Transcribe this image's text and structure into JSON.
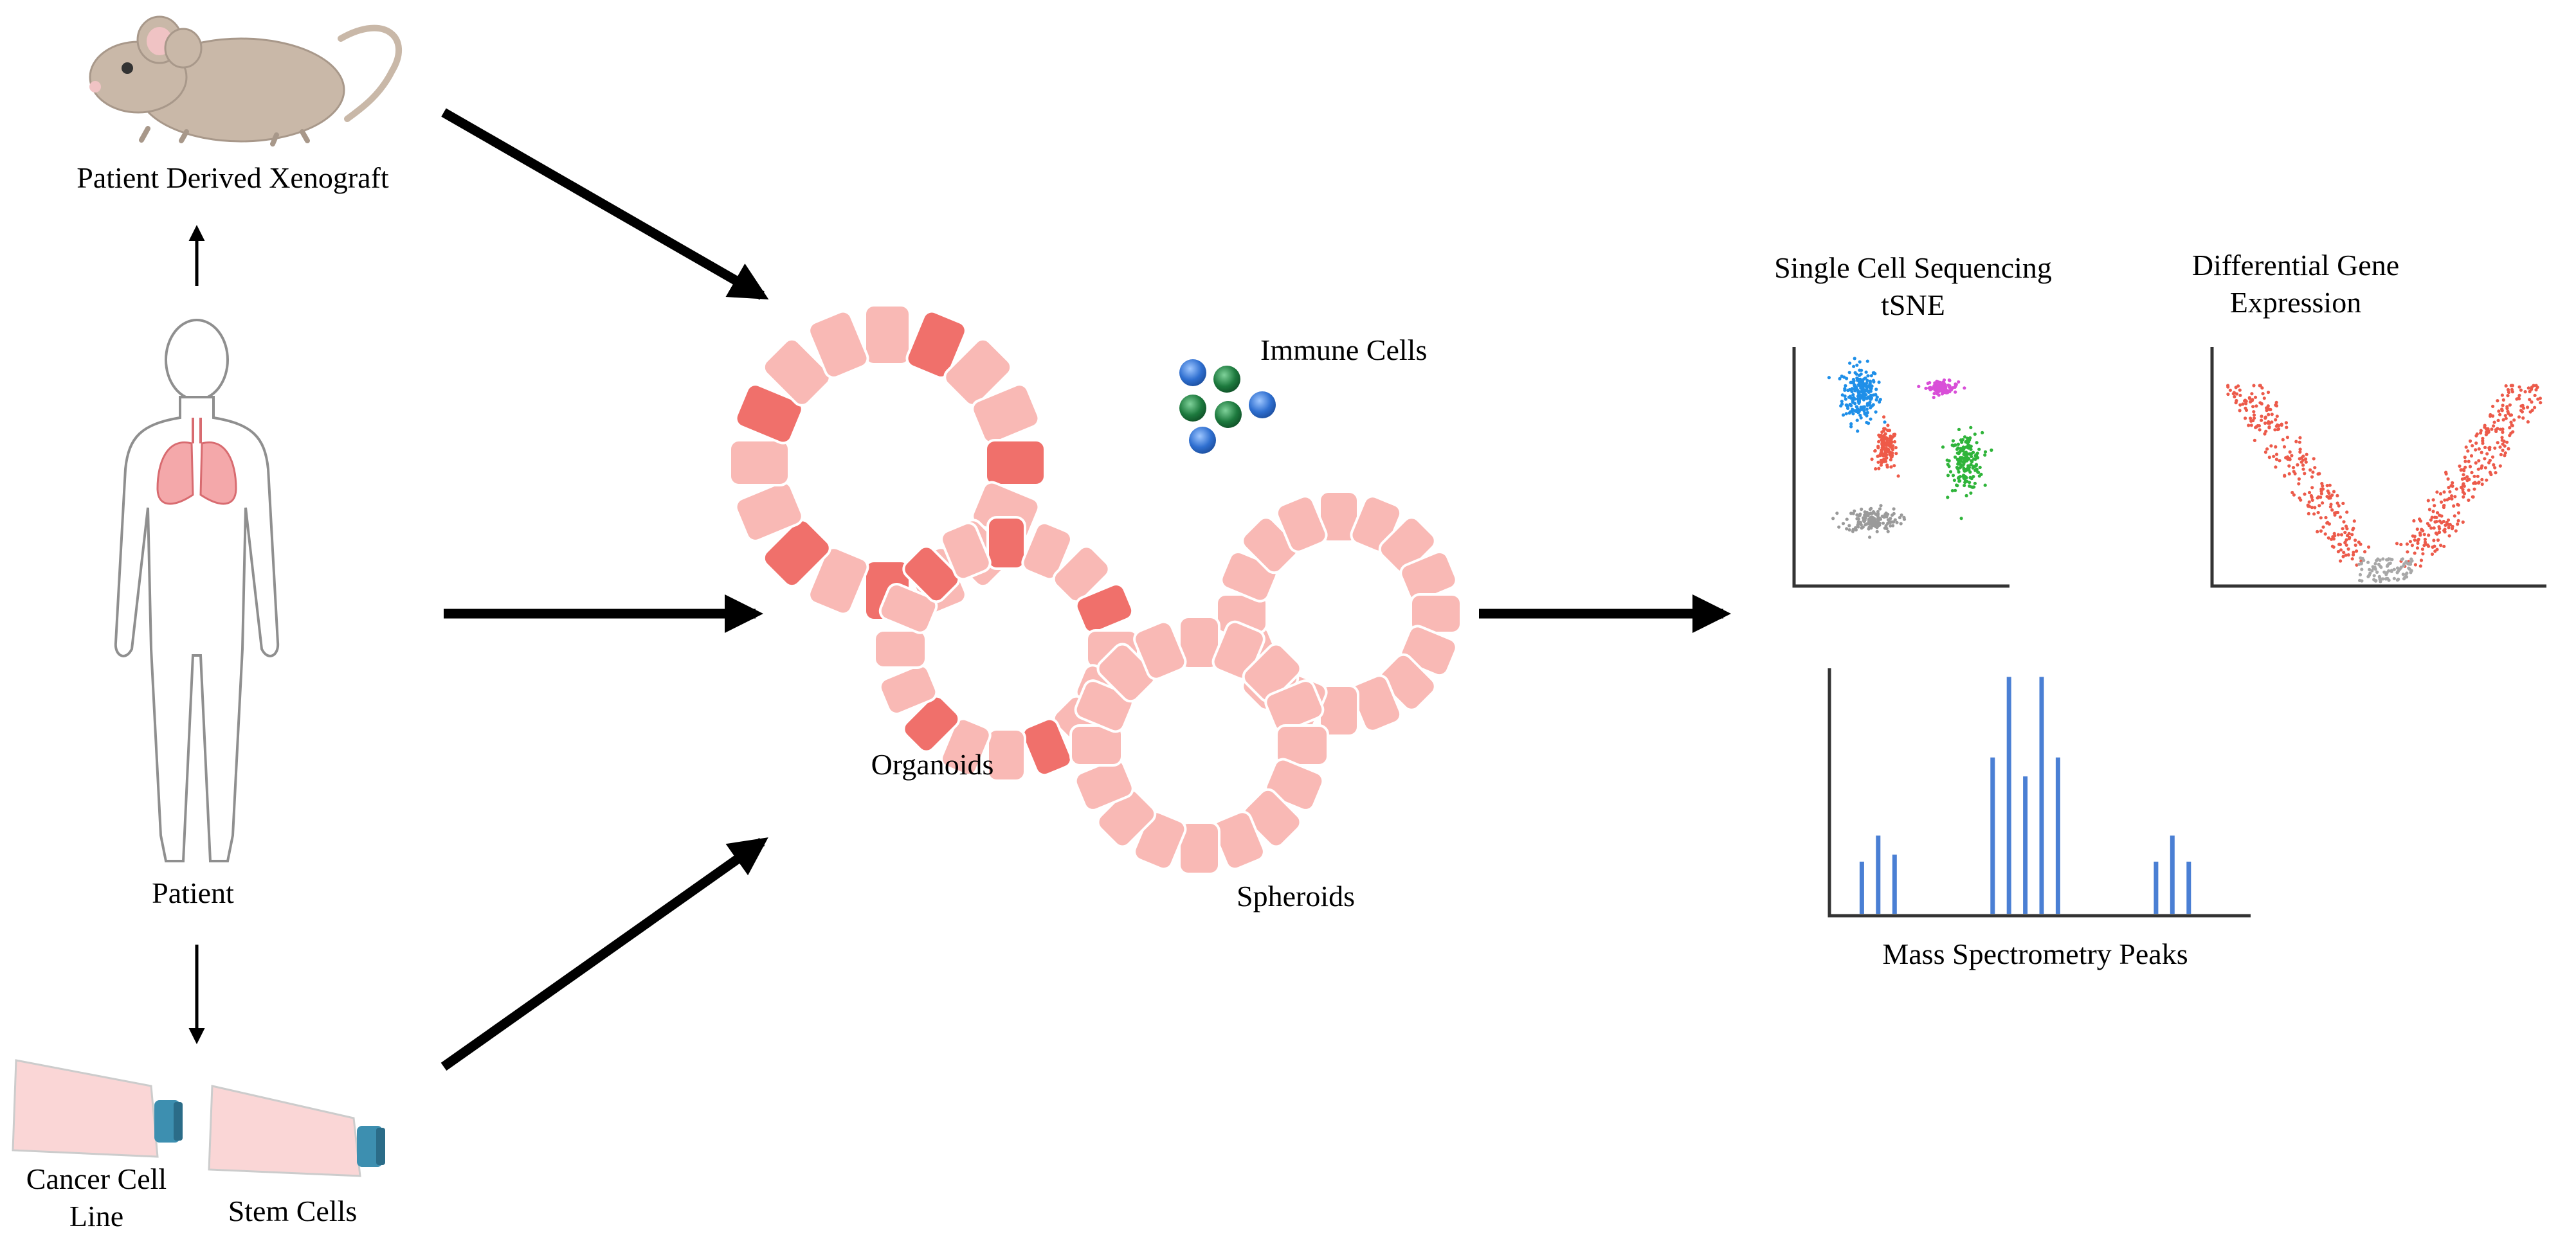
{
  "labels": {
    "pdx": "Patient Derived Xenograft",
    "patient": "Patient",
    "cancer_line_1": "Cancer Cell",
    "cancer_line_2": "Line",
    "stem": "Stem Cells",
    "organoids": "Organoids",
    "spheroids": "Spheroids",
    "immune": "Immune Cells",
    "scs_line_1": "Single Cell Sequencing",
    "scs_line_2": "tSNE",
    "dge_line_1": "Differential Gene",
    "dge_line_2": "Expression",
    "mass": "Mass Spectrometry Peaks"
  },
  "colors": {
    "arrow": "#000000",
    "cell_light": "#f9b9b5",
    "cell_dark": "#f0706b",
    "cell_outline": "#ffffff",
    "immune_blue": "#2f6fd0",
    "immune_green": "#1d7a3e",
    "tsne_blue": "#1f8fe8",
    "tsne_magenta": "#d94fd8",
    "tsne_red": "#ee5a48",
    "tsne_green": "#2fb43a",
    "tsne_gray": "#9a9a9a",
    "volcano_red": "#ec5a4a",
    "volcano_gray": "#a8a8a8",
    "peak_blue": "#4a7fd4",
    "flask_body": "#fad6d6",
    "flask_cap": "#3d8fb0",
    "lung": "#f4a8aa",
    "mouse_body": "#c9b8a8",
    "mouse_ear": "#f0c3c4"
  },
  "chart_data": [
    {
      "type": "bar",
      "title": "",
      "xlabel": "Mass Spectrometry Peaks",
      "ylabel": "",
      "peaks": [
        {
          "x": 1,
          "h": 0.22
        },
        {
          "x": 2,
          "h": 0.33
        },
        {
          "x": 3,
          "h": 0.25
        },
        {
          "x": 9,
          "h": 0.66
        },
        {
          "x": 10,
          "h": 1.0
        },
        {
          "x": 11,
          "h": 0.58
        },
        {
          "x": 12,
          "h": 1.0
        },
        {
          "x": 13,
          "h": 0.66
        },
        {
          "x": 19,
          "h": 0.22
        },
        {
          "x": 20,
          "h": 0.33
        },
        {
          "x": 21,
          "h": 0.22
        }
      ],
      "xlim": [
        0,
        24
      ],
      "ylim": [
        0,
        1.05
      ]
    },
    {
      "type": "scatter",
      "title": "Single Cell Sequencing tSNE",
      "clusters": [
        {
          "color_key": "tsne_blue",
          "center": [
            0.3,
            0.82
          ],
          "spread": [
            0.1,
            0.14
          ],
          "count": 220
        },
        {
          "color_key": "tsne_magenta",
          "center": [
            0.71,
            0.85
          ],
          "spread": [
            0.09,
            0.03
          ],
          "count": 90
        },
        {
          "color_key": "tsne_red",
          "center": [
            0.43,
            0.57
          ],
          "spread": [
            0.06,
            0.1
          ],
          "count": 130
        },
        {
          "color_key": "tsne_green",
          "center": [
            0.83,
            0.52
          ],
          "spread": [
            0.09,
            0.14
          ],
          "count": 180
        },
        {
          "color_key": "tsne_gray",
          "center": [
            0.36,
            0.26
          ],
          "spread": [
            0.15,
            0.06
          ],
          "count": 150
        }
      ],
      "xlim": [
        0,
        1
      ],
      "ylim": [
        0,
        1
      ]
    },
    {
      "type": "scatter",
      "title": "Differential Gene Expression",
      "groups": [
        {
          "name": "down",
          "color_key": "volcano_red",
          "count": 260
        },
        {
          "name": "up",
          "color_key": "volcano_red",
          "count": 300
        },
        {
          "name": "unchanged",
          "color_key": "volcano_gray",
          "count": 90
        }
      ],
      "xlim": [
        -1,
        1
      ],
      "ylim": [
        0,
        1
      ]
    }
  ]
}
